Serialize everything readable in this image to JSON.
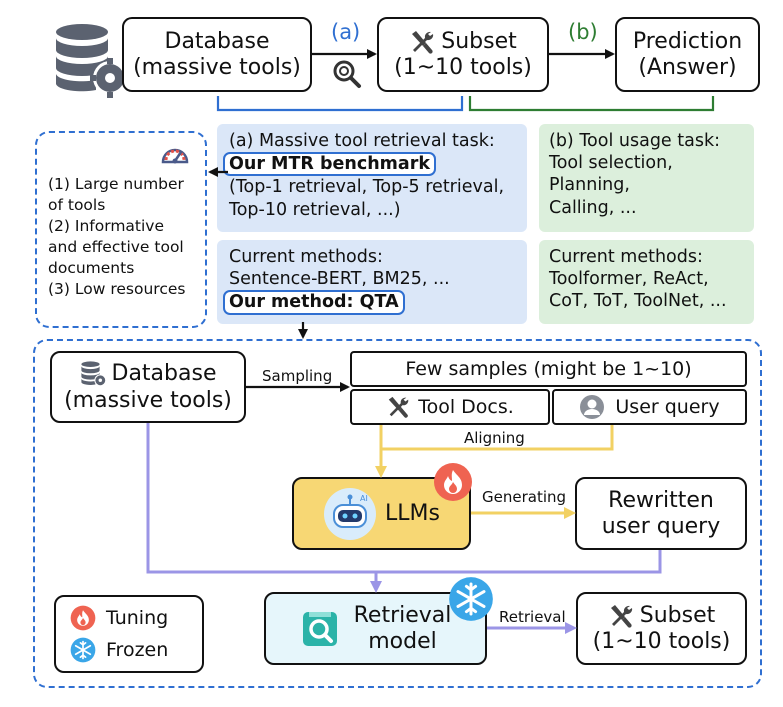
{
  "top": {
    "database": {
      "line1": "Database",
      "line2": "(massive tools)"
    },
    "tag_a": "(a)",
    "subset": {
      "line1": "Subset",
      "line2": "(1~10 tools)"
    },
    "tag_b": "(b)",
    "prediction": {
      "line1": "Prediction",
      "line2": "(Answer)"
    }
  },
  "challenges": {
    "items": [
      "(1) Large number",
      "of tools",
      "(2) Informative",
      "and effective tool",
      "documents",
      "(3) Low resources"
    ]
  },
  "panel_a": {
    "title": "(a) Massive tool retrieval task:",
    "highlight": "Our MTR benchmark",
    "lines": [
      "(Top-1 retrieval, Top-5 retrieval,",
      "Top-10 retrieval, ...)"
    ]
  },
  "panel_a_methods": {
    "title": "Current methods:",
    "line": "Sentence-BERT, BM25, ...",
    "highlight": "Our method: QTA"
  },
  "panel_b": {
    "title": "(b) Tool usage task:",
    "lines": [
      "Tool selection,",
      "Planning,",
      "Calling, ..."
    ]
  },
  "panel_b_methods": {
    "title": "Current methods:",
    "lines": [
      "Toolformer, ReAct,",
      "CoT, ToT, ToolNet, ..."
    ]
  },
  "bottom": {
    "database": {
      "line1": "Database",
      "line2": "(massive tools)"
    },
    "sampling": "Sampling",
    "few_samples": "Few samples (might be 1~10)",
    "tool_docs": "Tool Docs.",
    "user_query": "User query",
    "aligning": "Aligning",
    "llms": "LLMs",
    "llm_badge": "AI",
    "generating": "Generating",
    "rewritten": {
      "line1": "Rewritten",
      "line2": "user query"
    },
    "retrieval_model": {
      "line1": "Retrieval",
      "line2": "model"
    },
    "retrieval": "Retrieval",
    "subset": {
      "line1": "Subset",
      "line2": "(1~10 tools)"
    },
    "legend": {
      "tuning": "Tuning",
      "frozen": "Frozen"
    }
  },
  "colors": {
    "blue_accent": "#2f6fd1",
    "green_accent": "#2e7d32",
    "panel_blue": "#dbe7f8",
    "panel_green": "#dcefdc",
    "llm_box": "#f7d774",
    "retrieval_box": "#e6f6fb",
    "yellow_arrow": "#f2d163",
    "purple_arrow": "#9b95e6",
    "fire": "#ef6351",
    "snow": "#3aa6e8"
  },
  "icons": [
    "database-gear-icon",
    "magnifier-icon",
    "tools-icon",
    "speedometer-icon",
    "user-icon",
    "robot-icon",
    "fire-icon",
    "snowflake-icon",
    "retrieval-magnifier-icon"
  ]
}
